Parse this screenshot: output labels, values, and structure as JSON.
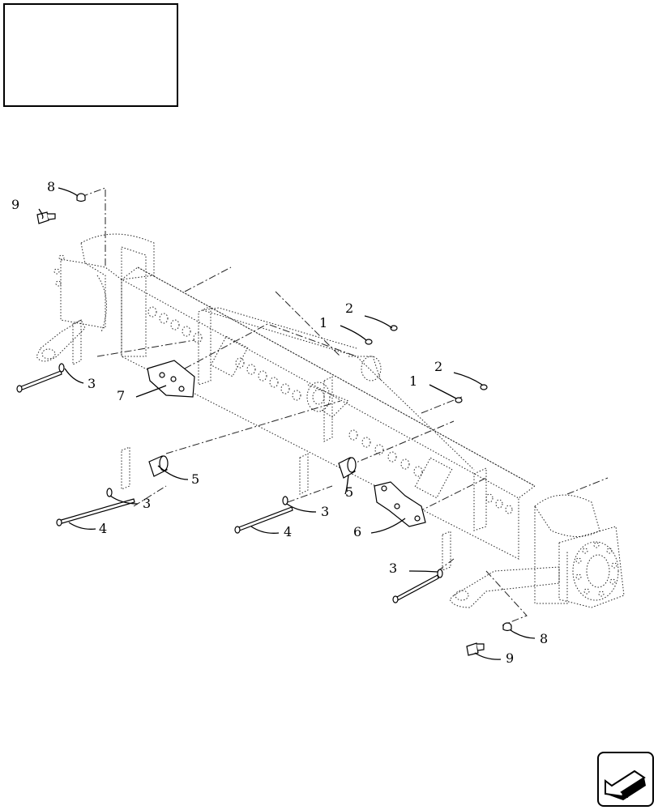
{
  "title_box": {
    "text": ""
  },
  "callouts": {
    "c9a": "9",
    "c8a": "8",
    "c1a": "1",
    "c2a": "2",
    "c1b": "1",
    "c2b": "2",
    "c3a": "3",
    "c7": "7",
    "c5a": "5",
    "c3b": "3",
    "c4a": "4",
    "c5b": "5",
    "c3c": "3",
    "c4b": "4",
    "c6": "6",
    "c3d": "3",
    "c8b": "8",
    "c9b": "9"
  },
  "nav_icon": {
    "name": "previous-page-arrow-icon"
  },
  "colors": {
    "line": "#000000",
    "background": "#ffffff"
  }
}
